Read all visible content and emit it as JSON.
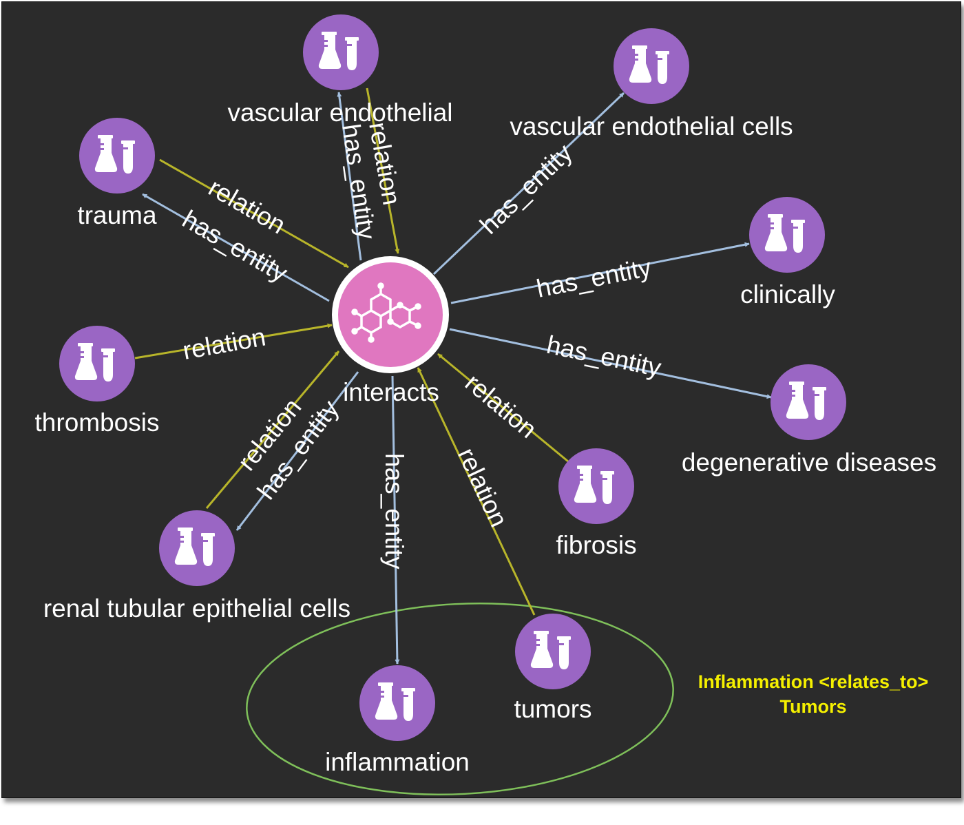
{
  "colors": {
    "background": "#2b2b2b",
    "entity_node": "#9a66c4",
    "center_node": "#e077c0",
    "has_entity_edge": "#a3bfdf",
    "relation_edge": "#b8b52a",
    "highlight_ellipse": "#7fc05a",
    "note_text": "#f5f000"
  },
  "center": {
    "label": "interacts",
    "icon": "molecule-icon"
  },
  "entities": [
    {
      "id": "vascular-endothelial",
      "label": "vascular endothelial",
      "icon": "lab-flask-icon"
    },
    {
      "id": "vascular-endothelial-cells",
      "label": "vascular endothelial cells",
      "icon": "lab-flask-icon"
    },
    {
      "id": "trauma",
      "label": "trauma",
      "icon": "lab-flask-icon"
    },
    {
      "id": "clinically",
      "label": "clinically",
      "icon": "lab-flask-icon"
    },
    {
      "id": "thrombosis",
      "label": "thrombosis",
      "icon": "lab-flask-icon"
    },
    {
      "id": "degenerative-diseases",
      "label": "degenerative diseases",
      "icon": "lab-flask-icon"
    },
    {
      "id": "renal-tubular-epithelial-cells",
      "label": "renal tubular epithelial cells",
      "icon": "lab-flask-icon"
    },
    {
      "id": "fibrosis",
      "label": "fibrosis",
      "icon": "lab-flask-icon"
    },
    {
      "id": "tumors",
      "label": "tumors",
      "icon": "lab-flask-icon"
    },
    {
      "id": "inflammation",
      "label": "inflammation",
      "icon": "lab-flask-icon"
    }
  ],
  "edges": [
    {
      "type": "has_entity",
      "label": "has_entity",
      "from": "center",
      "to": "vascular-endothelial"
    },
    {
      "type": "relation",
      "label": "relation",
      "from": "vascular-endothelial",
      "to": "center"
    },
    {
      "type": "has_entity",
      "label": "has_entity",
      "from": "center",
      "to": "vascular-endothelial-cells"
    },
    {
      "type": "relation",
      "label": "relation",
      "from": "trauma",
      "to": "center"
    },
    {
      "type": "has_entity",
      "label": "has_entity",
      "from": "center",
      "to": "trauma"
    },
    {
      "type": "has_entity",
      "label": "has_entity",
      "from": "center",
      "to": "clinically"
    },
    {
      "type": "relation",
      "label": "relation",
      "from": "thrombosis",
      "to": "center"
    },
    {
      "type": "has_entity",
      "label": "has_entity",
      "from": "center",
      "to": "degenerative-diseases"
    },
    {
      "type": "relation",
      "label": "relation",
      "from": "renal-tubular-epithelial-cells",
      "to": "center"
    },
    {
      "type": "has_entity",
      "label": "has_entity",
      "from": "center",
      "to": "renal-tubular-epithelial-cells"
    },
    {
      "type": "relation",
      "label": "relation",
      "from": "fibrosis",
      "to": "center"
    },
    {
      "type": "has_entity",
      "label": "has_entity",
      "from": "center",
      "to": "inflammation"
    },
    {
      "type": "relation",
      "label": "relation",
      "from": "tumors",
      "to": "center"
    }
  ],
  "annotation": {
    "line1": "Inflammation <relates_to>",
    "line2": "Tumors"
  }
}
